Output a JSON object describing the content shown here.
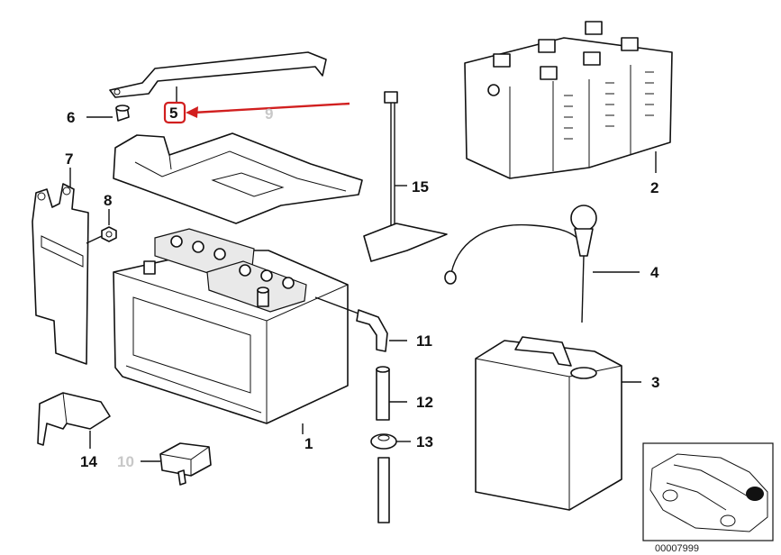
{
  "diagram": {
    "caption": "00007999",
    "highlight_color": "#d11f1f",
    "labels": {
      "p1": "1",
      "p2": "2",
      "p3": "3",
      "p4": "4",
      "p5": "5",
      "p6": "6",
      "p7": "7",
      "p8": "8",
      "p9": "9",
      "p10": "10",
      "p11": "11",
      "p12": "12",
      "p13": "13",
      "p14": "14",
      "p15": "15"
    }
  }
}
